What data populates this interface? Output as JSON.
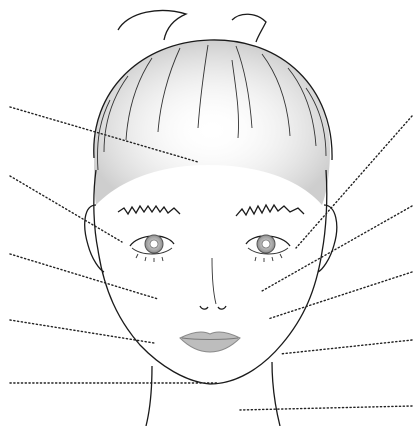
{
  "diagram": {
    "subject": "face-illustration",
    "leader_lines": [
      {
        "id": "forehead-left"
      },
      {
        "id": "temple-left"
      },
      {
        "id": "cheek-left"
      },
      {
        "id": "jaw-left"
      },
      {
        "id": "chin-left"
      },
      {
        "id": "temple-right"
      },
      {
        "id": "cheek-upper-right"
      },
      {
        "id": "cheek-lower-right"
      },
      {
        "id": "jaw-right"
      },
      {
        "id": "neck-right"
      }
    ],
    "colors": {
      "outline": "#1a1a1a",
      "hair_shade": "#cfcfcf",
      "lips": "#bdbdbd",
      "iris": "#9a9a9a",
      "background": "#ffffff"
    }
  }
}
